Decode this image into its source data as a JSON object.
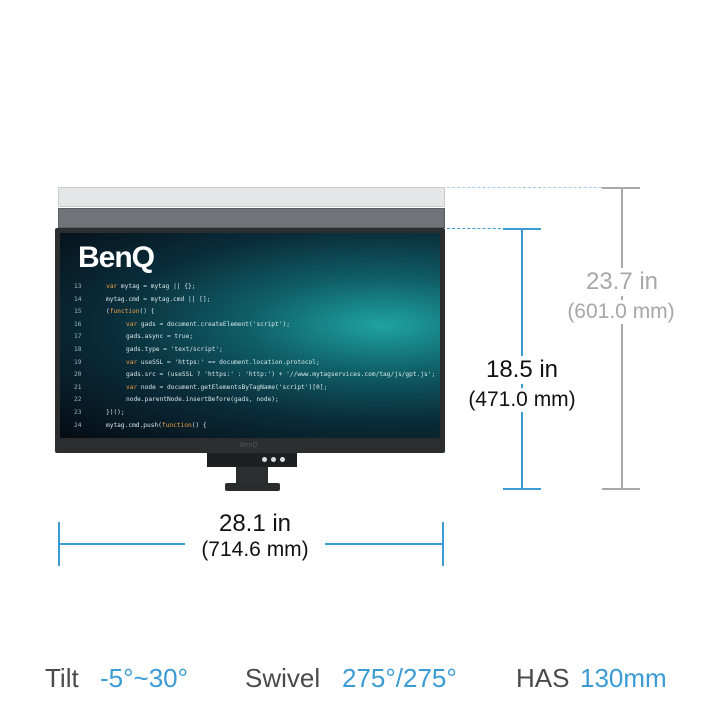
{
  "screen": {
    "logo": "BenQ",
    "code": [
      {
        "n": "13",
        "indent": 0,
        "segs": [
          [
            "var",
            "kw"
          ],
          [
            " mytag = mytag || {};",
            ""
          ]
        ]
      },
      {
        "n": "14",
        "indent": 0,
        "segs": [
          [
            "mytag.cmd = mytag.cmd || [];",
            ""
          ]
        ]
      },
      {
        "n": "15",
        "indent": 0,
        "segs": [
          [
            "(",
            ""
          ],
          [
            "function",
            "kw"
          ],
          [
            "() {",
            ""
          ]
        ]
      },
      {
        "n": "16",
        "indent": 1,
        "segs": [
          [
            "var",
            "kw"
          ],
          [
            " gads = document.createElement('script');",
            ""
          ]
        ]
      },
      {
        "n": "17",
        "indent": 1,
        "segs": [
          [
            "gads.async = true;",
            ""
          ]
        ]
      },
      {
        "n": "18",
        "indent": 1,
        "segs": [
          [
            "gads.type = 'text/script';",
            ""
          ]
        ]
      },
      {
        "n": "19",
        "indent": 1,
        "segs": [
          [
            "var",
            "kw"
          ],
          [
            " useSSL = 'https:' == document.location.protocol;",
            ""
          ]
        ]
      },
      {
        "n": "20",
        "indent": 1,
        "segs": [
          [
            "gads.src = (useSSL ? 'https:' : 'http:') + '//www.mytagservices.com/tag/js/gpt.js';",
            ""
          ]
        ]
      },
      {
        "n": "21",
        "indent": 1,
        "segs": [
          [
            "var",
            "kw"
          ],
          [
            " node = document.getElementsByTagName('script')[0];",
            ""
          ]
        ]
      },
      {
        "n": "22",
        "indent": 1,
        "segs": [
          [
            "node.parentNode.insertBefore(gads, node);",
            ""
          ]
        ]
      },
      {
        "n": "23",
        "indent": 0,
        "segs": [
          [
            "})();",
            ""
          ]
        ]
      },
      {
        "n": "24",
        "indent": 0,
        "segs": [
          [
            "mytag.cmd.push(",
            ""
          ],
          [
            "function",
            "kw"
          ],
          [
            "() {",
            ""
          ]
        ]
      }
    ],
    "bezel_logo": "BenQ"
  },
  "dimensions": {
    "screen_height_in": "18.5 in",
    "screen_height_mm": "(471.0 mm)",
    "max_height_in": "23.7 in",
    "max_height_mm": "(601.0 mm)",
    "width_in": "28.1 in",
    "width_mm": "(714.6 mm)"
  },
  "specs": [
    {
      "label": "Tilt",
      "value": "-5°~30°"
    },
    {
      "label": "Swivel",
      "value": "275°/275°"
    },
    {
      "label": "HAS",
      "value": "130mm"
    }
  ],
  "colors": {
    "accent": "#3a9bd5",
    "secondary": "#a9a9a9"
  }
}
